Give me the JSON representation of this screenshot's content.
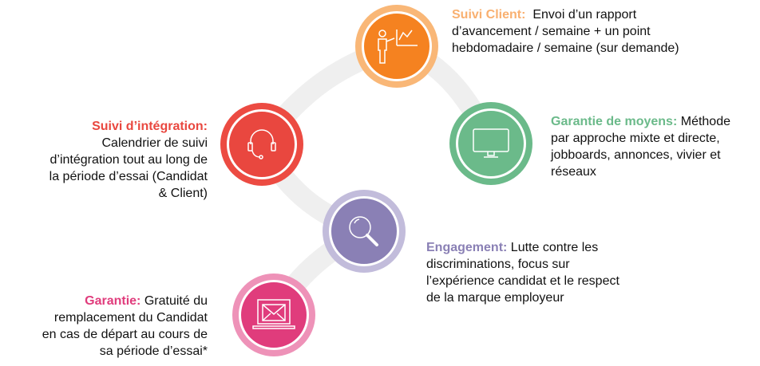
{
  "items": [
    {
      "title": "Suivi Client:",
      "text": "Envoi d’un rapport d’avancement / semaine + un point hebdomadaire / semaine (sur demande)",
      "icon": "presentation-chart-icon",
      "color": "#F58220",
      "ring": "#F9B777",
      "title_color": "#F9B070"
    },
    {
      "title": "Garantie de moyens:",
      "text": "Méthode par approche mixte et directe, jobboards, annonces, vivier et réseaux",
      "icon": "monitor-icon",
      "color": "#6BBA8A",
      "ring": "#6BBA8A",
      "title_color": "#6BBA8A"
    },
    {
      "title": "Suivi d’intégration:",
      "text": "Calendrier de suivi d’intégration tout au long de la période d’essai (Candidat & Client)",
      "icon": "headset-icon",
      "color": "#E9473F",
      "ring": "#EC4B42",
      "title_color": "#E9473F"
    },
    {
      "title": "Engagement:",
      "text": "Lutte contre les discriminations, focus sur l’expérience candidat et le respect de la marque employeur",
      "icon": "magnifier-icon",
      "color": "#8A80B5",
      "ring": "#C2BCDB",
      "title_color": "#8A80B5"
    },
    {
      "title": "Garantie:",
      "text": "Gratuité du remplacement du Candidat en cas de départ au cours de sa période d’essai*",
      "icon": "laptop-mail-icon",
      "color": "#E03C7C",
      "ring": "#EE92B8",
      "title_color": "#E03C7C"
    }
  ]
}
